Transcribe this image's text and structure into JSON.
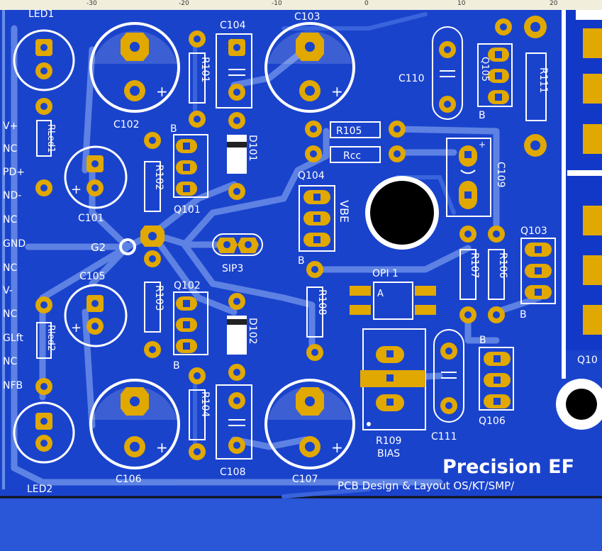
{
  "ruler": {
    "ticks": [
      "-30",
      "-20",
      "-10",
      "0",
      "10",
      "20"
    ]
  },
  "silkscreen": {
    "led1": "LED1",
    "led2": "LED2",
    "rled1": "RLed1",
    "rled2": "Rled2",
    "pins": [
      "V+",
      "NC",
      "PD+",
      "ND-",
      "NC",
      "GND",
      "NC",
      "V-",
      "NC",
      "GLft",
      "NC",
      "NFB"
    ],
    "c101": "C101",
    "c102": "C102",
    "c103": "C103",
    "c104": "C104",
    "c105": "C105",
    "c106": "C106",
    "c107": "C107",
    "c108": "C108",
    "c109": "C109",
    "c110": "C110",
    "c111": "C111",
    "r101": "R101",
    "r102": "R102",
    "r103": "R103",
    "r104": "R104",
    "r105": "R105",
    "r106": "R106",
    "r107": "R107",
    "r108": "R108",
    "r109": "R109",
    "r111": "R111",
    "rcc": "Rcc",
    "d101": "D101",
    "d102": "D102",
    "q101": "Q101",
    "q102": "Q102",
    "q103": "Q103",
    "q104": "Q104",
    "q105": "Q105",
    "q106": "Q106",
    "q10x": "Q10",
    "g2": "G2",
    "sip3": "SIP3",
    "vbe": "VBE",
    "opi1": "OPI 1",
    "opi_a": "A",
    "bias": "BIAS",
    "b": "B",
    "plus": "+",
    "title": "Precision EF",
    "credit": "PCB Design & Layout OS/KT/SMP/"
  },
  "colors": {
    "board": "#2550d0",
    "copper": "#1238c8",
    "trace": "#6a8ee8",
    "pad": "#e0a800",
    "silk": "#ffffff",
    "ruler": "#f2eedc"
  }
}
